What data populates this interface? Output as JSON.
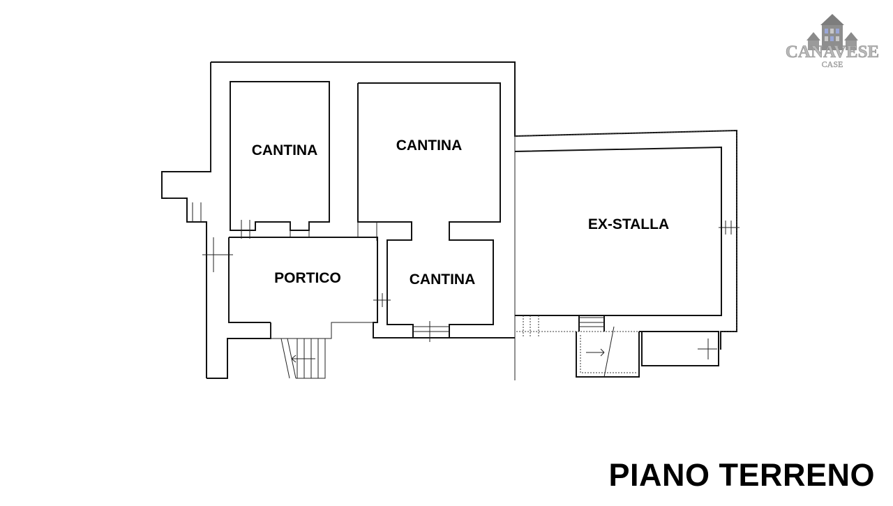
{
  "logo": {
    "brand": "CANAVESE",
    "sub": "CASE",
    "colors": {
      "roof": "#8a8a8a",
      "text": "#b8b8b8",
      "window_accent": "#9aa7d8"
    }
  },
  "plan": {
    "rooms": [
      {
        "id": "cantina-1",
        "label": "CANTINA"
      },
      {
        "id": "cantina-2",
        "label": "CANTINA"
      },
      {
        "id": "cantina-3",
        "label": "CANTINA"
      },
      {
        "id": "portico",
        "label": "PORTICO"
      },
      {
        "id": "ex-stalla",
        "label": "EX-STALLA"
      }
    ]
  },
  "title": "PIANO TERRENO"
}
